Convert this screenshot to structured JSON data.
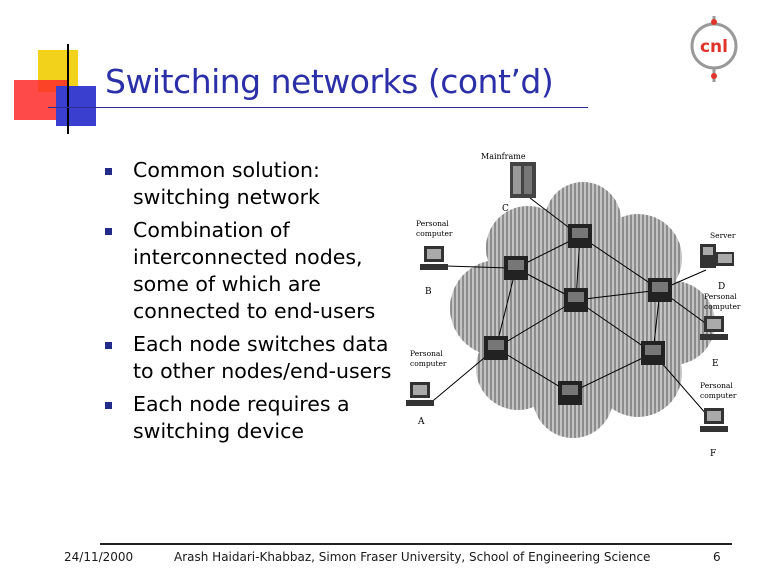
{
  "slide": {
    "title": "Switching networks (cont’d)",
    "logo_text": "cnl",
    "bullets": [
      "Common solution: switching network",
      "Combination of interconnected nodes, some of which are connected to end-users",
      "Each node switches data to other nodes/end-users",
      "Each node requires a switching device"
    ]
  },
  "diagram": {
    "labels": {
      "mainframe": "Mainframe",
      "c": "C",
      "pc_b_1": "Personal",
      "pc_b_2": "computer",
      "b": "B",
      "server": "Server",
      "d": "D",
      "pc_e_1": "Personal",
      "pc_e_2": "computer",
      "e": "E",
      "pc_a_1": "Personal",
      "pc_a_2": "computer",
      "a": "A",
      "pc_f_1": "Personal",
      "pc_f_2": "computer",
      "f": "F"
    }
  },
  "footer": {
    "date": "24/11/2000",
    "author": "Arash Haidari-Khabbaz, Simon Fraser University, School of Engineering Science",
    "page": "6"
  },
  "colors": {
    "title": "#2b2fa8",
    "bullet": "#222a8a",
    "logo_red": "#e0342a",
    "yellow": "#f2d21a",
    "red": "#ff2a2a",
    "blue": "#3b3fd0"
  }
}
